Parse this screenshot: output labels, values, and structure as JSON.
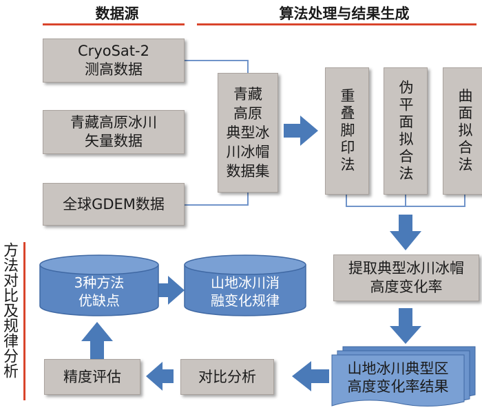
{
  "headers": {
    "data_source": "数据源",
    "processing": "算法处理与结果生成"
  },
  "side_label": "方法对比及规律分析",
  "sources": [
    "CryoSat-2\n测高数据",
    "青藏高原冰川\n矢量数据",
    "全球GDEM数据"
  ],
  "dataset": "青藏\n高原\n典型冰\n川冰帽\n数据集",
  "methods": [
    "重叠脚印法",
    "伪平面拟合法",
    "曲面拟合法"
  ],
  "extract": "提取典型冰川冰帽\n高度变化率",
  "result": "山地冰川典型区\n高度变化率结果",
  "compare": "对比分析",
  "evaluate": "精度评估",
  "pros_cons": "3种方法\n优缺点",
  "melt_rule": "山地冰川消\n融变化规律",
  "colors": {
    "accent": "#d9442b",
    "box": "#c9c4c0",
    "arrow": "#4a7ab8",
    "cylinder": "#5b86c2",
    "connector": "#6f93c9"
  }
}
